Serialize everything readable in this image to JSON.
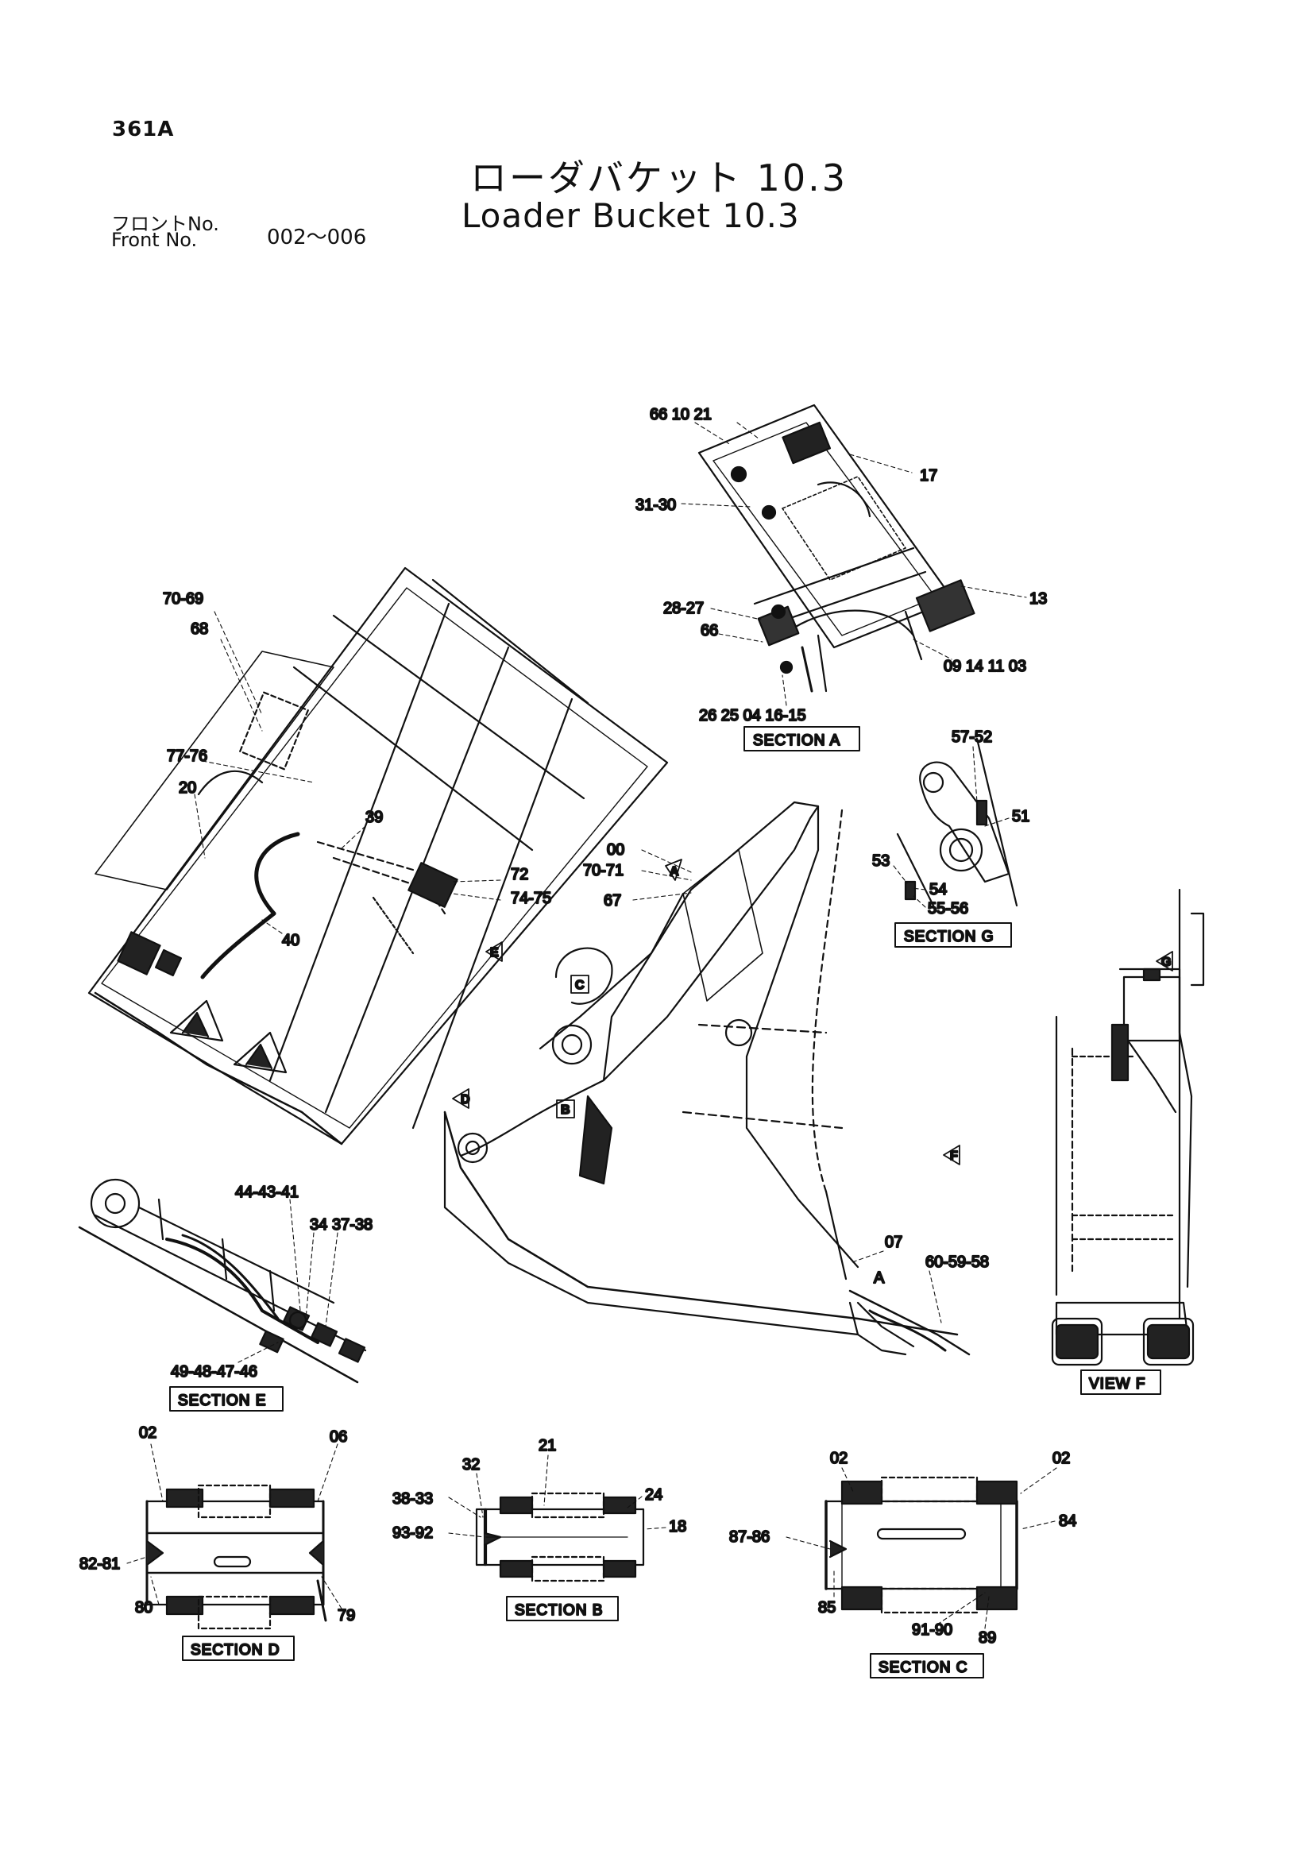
{
  "header": {
    "page_number": "361A",
    "title_jp": "ローダバケット 10.3",
    "title_en": "Loader Bucket 10.3",
    "front_label_jp": "フロントNo.",
    "front_label_en": "Front  No.",
    "front_range": "002～006"
  },
  "callouts": {
    "s_a_66_10_21": "66 10 21",
    "s_a_17": "17",
    "s_a_31_30": "31-30",
    "s_a_13": "13",
    "s_a_28_27": "28-27",
    "s_a_66": "66",
    "s_a_09_14_11_03": "09 14 11 03",
    "s_a_26_25_04_16_15": "26 25 04 16-15",
    "m_70_69": "70-69",
    "m_68": "68",
    "m_77_76": "77-76",
    "m_20": "20",
    "m_39": "39",
    "m_72": "72",
    "m_74_75": "74-75",
    "m_40": "40",
    "m_00": "00",
    "m_70_71": "70-71",
    "m_67": "67",
    "m_07": "07",
    "m_A": "A",
    "m_60_59_58": "60-59-58",
    "g_57_52": "57-52",
    "g_51": "51",
    "g_53": "53",
    "g_54": "54",
    "g_55_56": "55-56",
    "e_44_43_41": "44-43-41",
    "e_34": "34",
    "e_37_38": "37-38",
    "e_49_48_47_46": "49-48-47-46",
    "d_02": "02",
    "d_06": "06",
    "d_82_81": "82-81",
    "d_80": "80",
    "d_79": "79",
    "b_21": "21",
    "b_32": "32",
    "b_38_33": "38-33",
    "b_24": "24",
    "b_93_92": "93-92",
    "b_18": "18",
    "c_02_left": "02",
    "c_02_right": "02",
    "c_84": "84",
    "c_87_86": "87-86",
    "c_85": "85",
    "c_91_90": "91-90",
    "c_89": "89"
  },
  "markers": {
    "A": "A",
    "B": "B",
    "C": "C",
    "D": "D",
    "E": "E",
    "F": "F",
    "G": "G"
  },
  "section_labels": {
    "a": "SECTION  A",
    "g": "SECTION  G",
    "e": "SECTION  E",
    "f": "VIEW  F",
    "d": "SECTION  D",
    "b": "SECTION  B",
    "c": "SECTION  C"
  }
}
